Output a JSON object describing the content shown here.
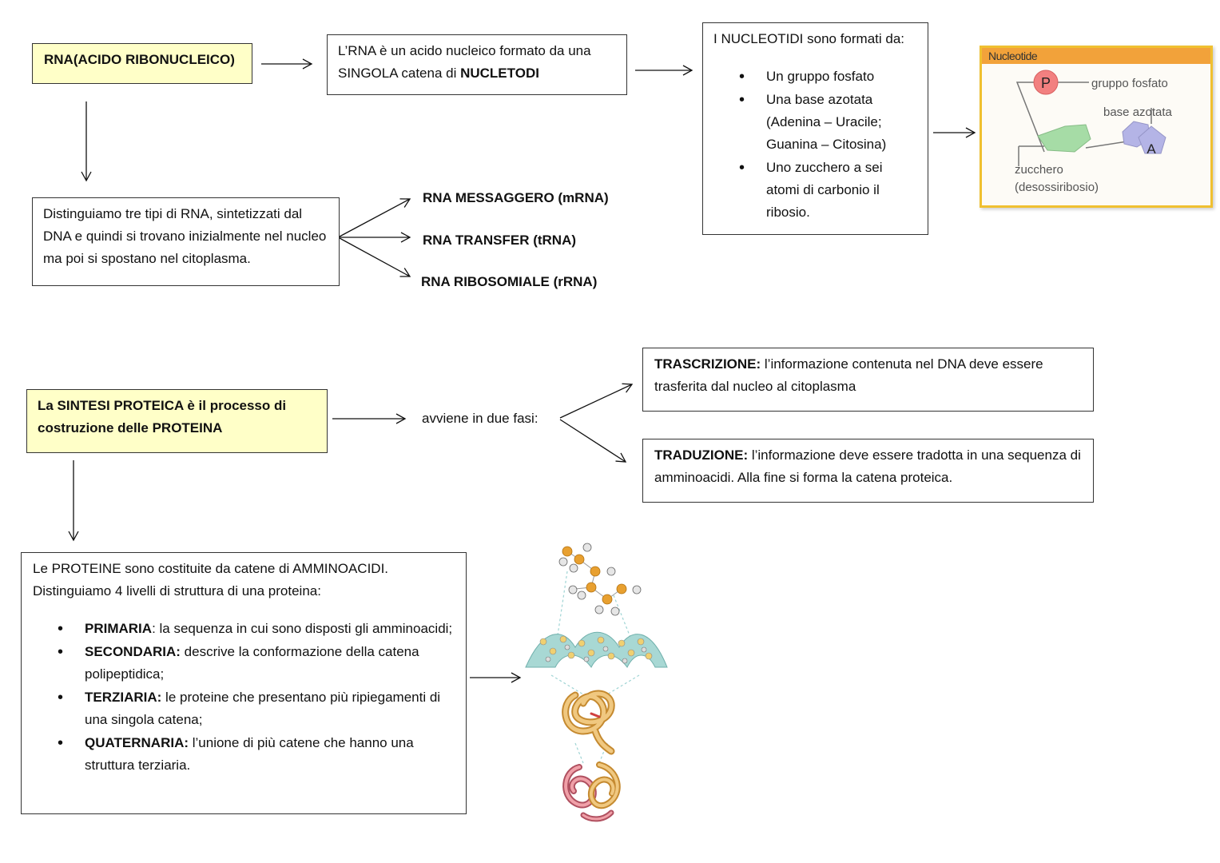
{
  "rna": {
    "title": "RNA(ACIDO RIBONUCLEICO)",
    "definition_text": "L’RNA è un acido nucleico formato da una SINGOLA catena di ",
    "definition_bold": "NUCLETODI",
    "types_intro": "Distinguiamo tre tipi di RNA, sintetizzati dal DNA e quindi si trovano inizialmente nel nucleo ma poi si spostano nel citoplasma.",
    "types": [
      "RNA MESSAGGERO (mRNA)",
      "RNA TRANSFER (tRNA)",
      "RNA RIBOSOMIALE (rRNA)"
    ]
  },
  "nucleotides": {
    "heading": "I NUCLEOTIDI sono formati da:",
    "items": [
      "Un gruppo fosfato",
      "Una base azotata (Adenina – Uracile; Guanina – Citosina)",
      "Uno zucchero a sei atomi di carbonio il ribosio."
    ]
  },
  "nucleotide_figure": {
    "title": "Nucleotide",
    "phosphate_symbol": "P",
    "phosphate_label": "gruppo fosfato",
    "base_label": "base azotata",
    "base_symbol": "A",
    "sugar_label": "zucchero",
    "sugar_sublabel": "(desossiribosio)",
    "colors": {
      "frame": "#f0c030",
      "header": "#f2a23a",
      "phosphate": "#f28080",
      "sugar": "#a6dca6",
      "base": "#b4b4e6"
    }
  },
  "synthesis": {
    "title_a": "La SINTESI PROTEICA è il processo di costruzione delle PROTEINA",
    "phases_label": "avviene in due fasi:",
    "transcription_bold": "TRASCRIZIONE:",
    "transcription_text": " l’informazione contenuta nel DNA deve essere trasferita dal nucleo al citoplasma",
    "translation_bold": "TRADUZIONE:",
    "translation_text": " l’informazione deve essere tradotta in una sequenza di amminoacidi. Alla fine si forma la catena proteica."
  },
  "proteins": {
    "intro_1": "Le PROTEINE sono costituite da catene di AMMINOACIDI.",
    "intro_2": "Distinguiamo 4 livelli di struttura di una proteina:",
    "levels": [
      {
        "name": "PRIMARIA",
        "text": ": la sequenza in cui sono disposti gli amminoacidi;"
      },
      {
        "name": "SECONDARIA:",
        "text": " descrive la conformazione della catena polipeptidica;"
      },
      {
        "name": "TERZIARIA:",
        "text": " le proteine che presentano più ripiegamenti di una singola catena;"
      },
      {
        "name": "QUATERNARIA:",
        "text": " l’unione di più catene che hanno una struttura terziaria."
      }
    ]
  }
}
